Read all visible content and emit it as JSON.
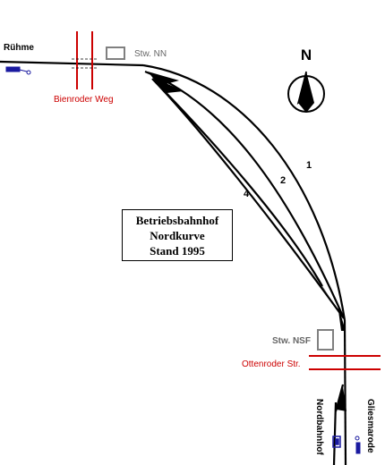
{
  "places": {
    "ruhme": "Rühme",
    "stw_nn": "Stw. NN",
    "bienroder_weg": "Bienroder Weg",
    "stw_nsf": "Stw. NSF",
    "ottenroder_str": "Ottenroder Str.",
    "nordbahnhof": "Nordbahnhof",
    "gliesmarode": "Gliesmarode"
  },
  "compass": {
    "letter": "N"
  },
  "tracks": {
    "t1": "1",
    "t2": "2",
    "t4": "4"
  },
  "title_box": {
    "line1": "Betriebsbahnhof",
    "line2": "Nordkurve",
    "line3": "Stand 1995"
  },
  "colors": {
    "track": "#000000",
    "road": "#cc0000",
    "building": "#808080",
    "signal": "#1a1aa0"
  }
}
